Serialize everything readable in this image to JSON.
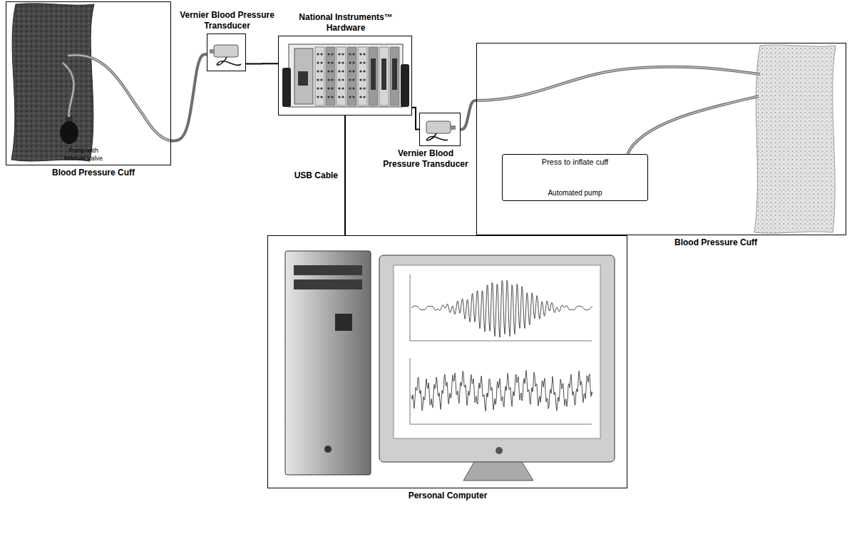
{
  "diagram": {
    "nodes": [
      {
        "text": [
          "Blood Pressure Cuff"
        ]
      },
      {
        "text": [
          "Vernier Blood Pressure Transducer"
        ]
      },
      {
        "text": [
          "National Instruments™ Hardware"
        ]
      },
      {
        "text": [
          "Vernier Blood Pressure Transducer"
        ]
      },
      {
        "text": [
          "Blood Pressure Cuff"
        ]
      },
      {
        "text": [
          "Press to inflate cuff",
          "Automated pump"
        ],
        "in": 4
      },
      {
        "text": [
          "Personal Computer"
        ]
      }
    ],
    "edges": [
      {
        "from": 0,
        "to": 1,
        "arrow": "none"
      },
      {
        "from": 1,
        "to": 2,
        "arrow": "none"
      },
      {
        "from": 2,
        "to": 3,
        "arrow": "none"
      },
      {
        "from": 3,
        "to": 4,
        "arrow": "none"
      },
      {
        "from": 2,
        "to": 6,
        "label": "USB Cable",
        "arrow": "none"
      }
    ],
    "labels": [
      "Pump with Manual Valve"
    ]
  }
}
